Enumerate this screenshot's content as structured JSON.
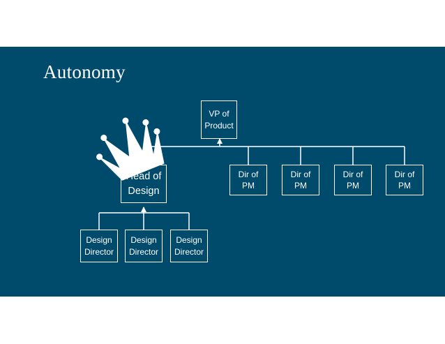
{
  "slide": {
    "title": "Autonomy",
    "background_color": "#004a6c",
    "line_color": "#ffffff"
  },
  "nodes": {
    "vp": {
      "line1": "VP of",
      "line2": "Product"
    },
    "head": {
      "line1": "Head of",
      "line2": "Design"
    },
    "pm": [
      {
        "line1": "Dir of",
        "line2": "PM"
      },
      {
        "line1": "Dir of",
        "line2": "PM"
      },
      {
        "line1": "Dir of",
        "line2": "PM"
      },
      {
        "line1": "Dir of",
        "line2": "PM"
      }
    ],
    "directors": [
      {
        "line1": "Design",
        "line2": "Director"
      },
      {
        "line1": "Design",
        "line2": "Director"
      },
      {
        "line1": "Design",
        "line2": "Director"
      }
    ]
  },
  "decorations": {
    "crown": "crown-icon"
  }
}
